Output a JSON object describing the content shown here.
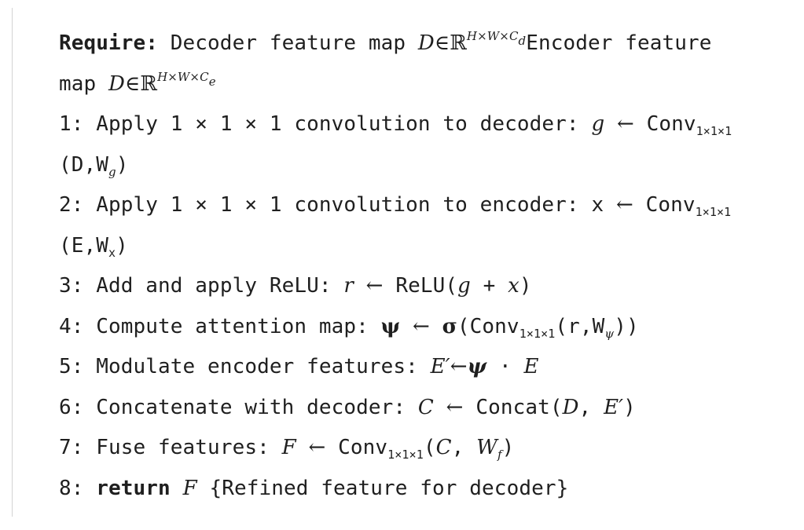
{
  "algorithm": {
    "require_keyword": "Require:",
    "require_text_1": "Decoder feature map",
    "require_math_1_var": "D",
    "require_math_1_in": "∈",
    "require_math_1_set": "ℝ",
    "require_math_1_sup": "H×W×C",
    "require_math_1_sup_sub": "d",
    "require_text_2": "Encoder feature",
    "require_text_3": "map",
    "require_math_2_var": "D",
    "require_math_2_in": "∈",
    "require_math_2_set": "ℝ",
    "require_math_2_sup": "H×W×C",
    "require_math_2_sup_sub": "e",
    "steps": [
      {
        "num": "1:",
        "text": "Apply 1 × 1 × 1 convolution to decoder:",
        "lhs": "g",
        "arrow": "←",
        "func": "Conv",
        "func_sub": "1×1×1",
        "cont_args": "(D,W",
        "cont_sub": "g",
        "cont_close": ")"
      },
      {
        "num": "2:",
        "text": "Apply 1 × 1 × 1 convolution to encoder:",
        "lhs": "x",
        "arrow": "←",
        "func": "Conv",
        "func_sub": "1×1×1",
        "cont_args": "(E,W",
        "cont_sub": "x",
        "cont_close": ")"
      },
      {
        "num": "3:",
        "text": "Add and apply ReLU:",
        "lhs": "r",
        "arrow": "←",
        "rhs_func": "ReLU(",
        "rhs_a": "g",
        "rhs_op": " + ",
        "rhs_b": "x",
        "rhs_close": ")"
      },
      {
        "num": "4:",
        "text": "Compute attention map:",
        "lhs": "ψ",
        "arrow": "←",
        "rhs_sigma": "σ",
        "rhs_open": "(",
        "rhs_func": "Conv",
        "rhs_func_sub": "1×1×1",
        "rhs_args": "(r,W",
        "rhs_args_sub": "ψ",
        "rhs_close": "))"
      },
      {
        "num": "5:",
        "text": "Modulate encoder features:",
        "lhs": "E′",
        "arrow": "←",
        "rhs_psi": "ψ",
        "rhs_dot": " · ",
        "rhs_e": "E"
      },
      {
        "num": "6:",
        "text": "Concatenate with decoder:",
        "lhs": "C",
        "arrow": "←",
        "rhs_func": "Concat(",
        "rhs_a": "D",
        "rhs_sep": ", ",
        "rhs_b": "E′",
        "rhs_close": ")"
      },
      {
        "num": "7:",
        "text": "Fuse features:",
        "lhs": "F",
        "arrow": "←",
        "rhs_func": "Conv",
        "rhs_func_sub": "1×1×1",
        "rhs_open": "(",
        "rhs_a": "C",
        "rhs_sep": ", ",
        "rhs_b": "W",
        "rhs_b_sub": "f",
        "rhs_close": ")"
      },
      {
        "num": "8:",
        "keyword": "return",
        "value": "F",
        "comment": "{Refined feature for decoder}"
      }
    ]
  }
}
